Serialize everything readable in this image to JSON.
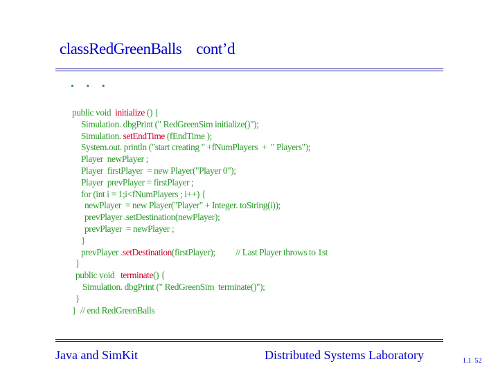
{
  "slide": {
    "title": "classRedGreenBalls    cont’d",
    "ellipsis": "• • •",
    "footer_left": "Java and SimKit",
    "footer_right": "Distributed Systems Laboratory",
    "section_number": "1.1",
    "page_number": "52"
  },
  "code_lines": [
    {
      "indent": 0,
      "parts": [
        {
          "t": "public void  "
        },
        {
          "t": "initialize",
          "kw": true
        },
        {
          "t": " () {"
        }
      ]
    },
    {
      "indent": 13,
      "parts": [
        {
          "t": "Simulation. dbgPrint (\" RedGreenSim initialize()\");"
        }
      ]
    },
    {
      "indent": 13,
      "parts": [
        {
          "t": "Simulation. "
        },
        {
          "t": "setEndTime",
          "kw": true
        },
        {
          "t": " (fEndTime );"
        }
      ]
    },
    {
      "indent": 13,
      "parts": [
        {
          "t": "System.out. println (\"start creating \" +fNumPlayers  +  \" Players\");"
        }
      ]
    },
    {
      "indent": 13,
      "parts": [
        {
          "t": "Player  newPlayer ;"
        }
      ]
    },
    {
      "indent": 13,
      "parts": [
        {
          "t": "Player  firstPlayer  = new Player(\"Player 0\");"
        }
      ]
    },
    {
      "indent": 13,
      "parts": [
        {
          "t": "Player  prevPlayer = firstPlayer ;"
        }
      ]
    },
    {
      "indent": 13,
      "parts": [
        {
          "t": "for (int i = 1;i<fNumPlayers ; i++) {"
        }
      ]
    },
    {
      "indent": 18,
      "parts": [
        {
          "t": "newPlayer  = new Player(\"Player\" + Integer. toString(i));"
        }
      ]
    },
    {
      "indent": 18,
      "parts": [
        {
          "t": "prevPlayer .setDestination(newPlayer);"
        }
      ]
    },
    {
      "indent": 18,
      "parts": [
        {
          "t": "prevPlayer  = newPlayer ;"
        }
      ]
    },
    {
      "indent": 13,
      "parts": [
        {
          "t": "}"
        }
      ]
    },
    {
      "indent": 13,
      "parts": [
        {
          "t": "prevPlayer ."
        },
        {
          "t": "setDestination",
          "kw": true
        },
        {
          "t": "(firstPlayer);          // Last Player throws to 1st"
        }
      ]
    },
    {
      "indent": 5,
      "parts": [
        {
          "t": "}"
        }
      ]
    },
    {
      "indent": 5,
      "parts": [
        {
          "t": "public void   "
        },
        {
          "t": "terminate",
          "kw": true
        },
        {
          "t": "() {"
        }
      ]
    },
    {
      "indent": 15,
      "parts": [
        {
          "t": "Simulation. dbgPrint (\" RedGreenSim  terminate()\");"
        }
      ]
    },
    {
      "indent": 5,
      "parts": [
        {
          "t": "}"
        }
      ]
    },
    {
      "indent": 0,
      "parts": [
        {
          "t": "}  // end RedGreenBalls"
        }
      ]
    }
  ]
}
